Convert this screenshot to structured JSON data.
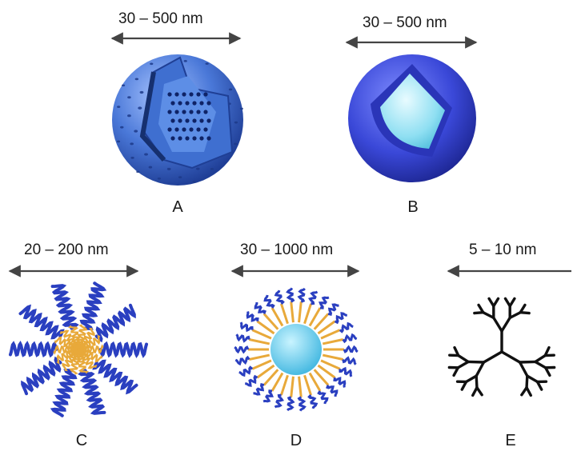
{
  "panels": [
    {
      "letter": "A",
      "size": "30 – 500 nm"
    },
    {
      "letter": "B",
      "size": "30 – 500 nm"
    },
    {
      "letter": "C",
      "size": "20 – 200 nm"
    },
    {
      "letter": "D",
      "size": "30 – 1000 nm"
    },
    {
      "letter": "E",
      "size": "5 – 10 nm"
    }
  ],
  "colors": {
    "arrow": "#444444",
    "sphere_blue": "#4a78d8",
    "core_light": "#9fe6f4",
    "shell_dark": "#3340c8",
    "polymer_blue": "#2a3fc0",
    "polymer_orange": "#e8a93a",
    "dendrimer": "#111111"
  }
}
